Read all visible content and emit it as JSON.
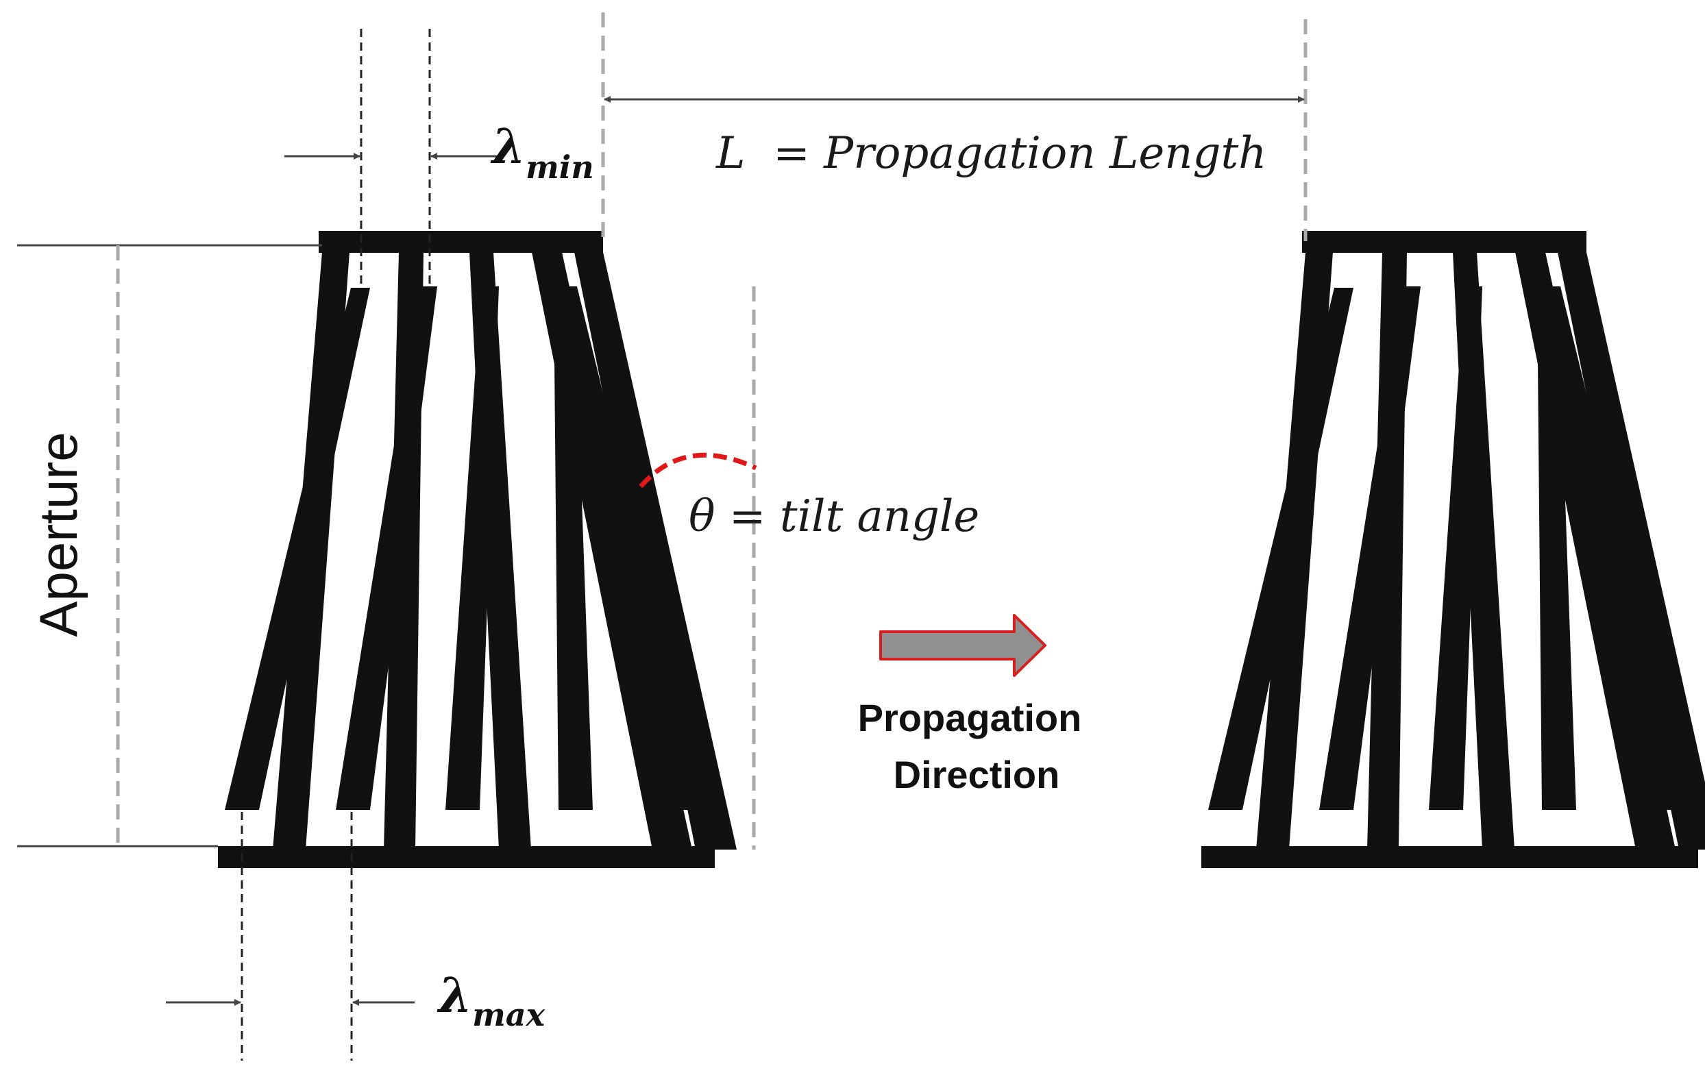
{
  "labels": {
    "aperture": "Aperture",
    "propagation_length": "L  = Propagation Length",
    "tilt_angle": "θ = tilt angle",
    "lambda_symbol": "λ",
    "lambda_min_sub": "min",
    "lambda_max_sub": "max",
    "direction_line1": "Propagation",
    "direction_line2": "Direction"
  },
  "colors": {
    "electrode": "#111111",
    "guide_dashed": "#aaaaaa",
    "fine_dashed": "#222222",
    "arrow_line": "#444444",
    "angle_arc": "#e01818",
    "direction_arrow_fill": "#909090",
    "direction_arrow_stroke": "#d82020"
  }
}
